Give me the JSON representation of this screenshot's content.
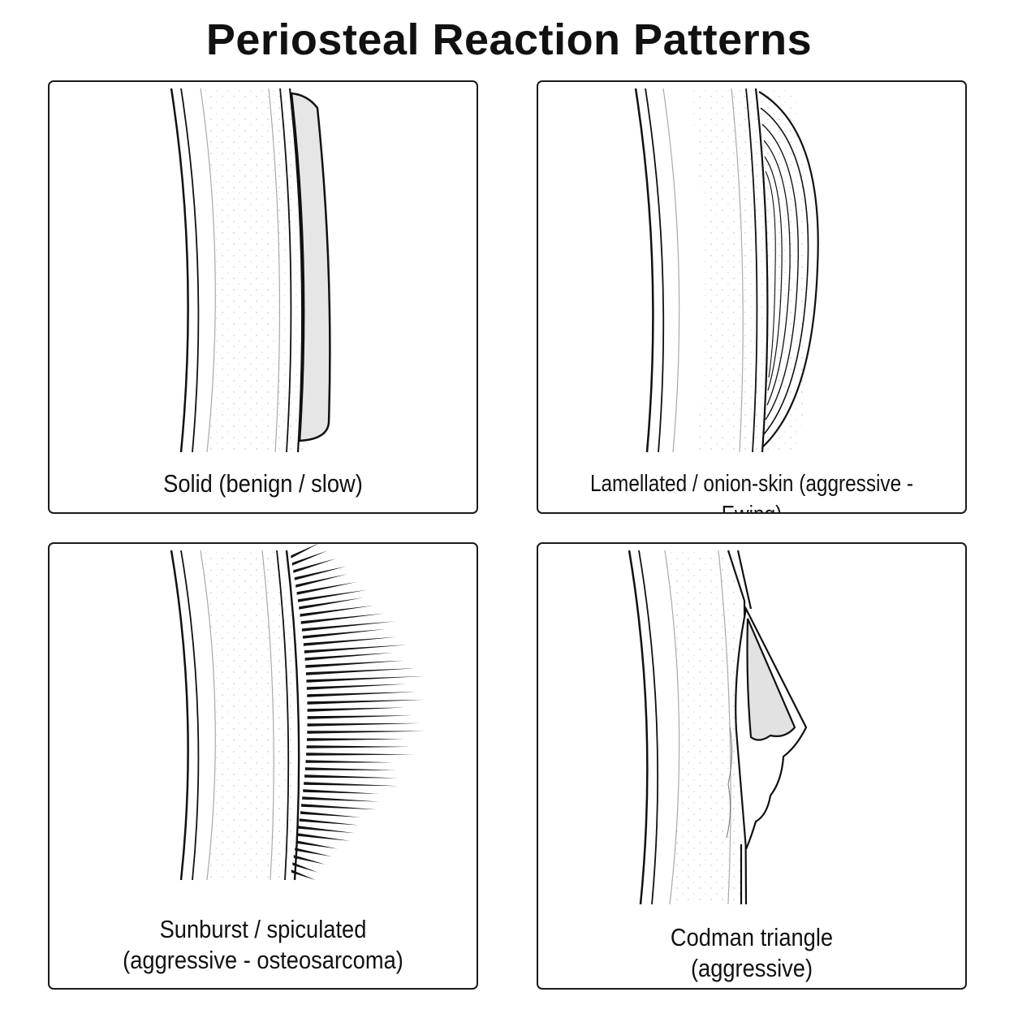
{
  "title": "Periosteal Reaction Patterns",
  "panels": [
    {
      "lines": [
        "Solid (benign / slow)"
      ]
    },
    {
      "lines": [
        "Lamellated / onion-skin (aggressive - Ewing)"
      ]
    },
    {
      "lines": [
        "Sunburst / spiculated",
        "(aggressive - osteosarcoma)"
      ]
    },
    {
      "lines": [
        "Codman triangle",
        "(aggressive)"
      ]
    }
  ]
}
